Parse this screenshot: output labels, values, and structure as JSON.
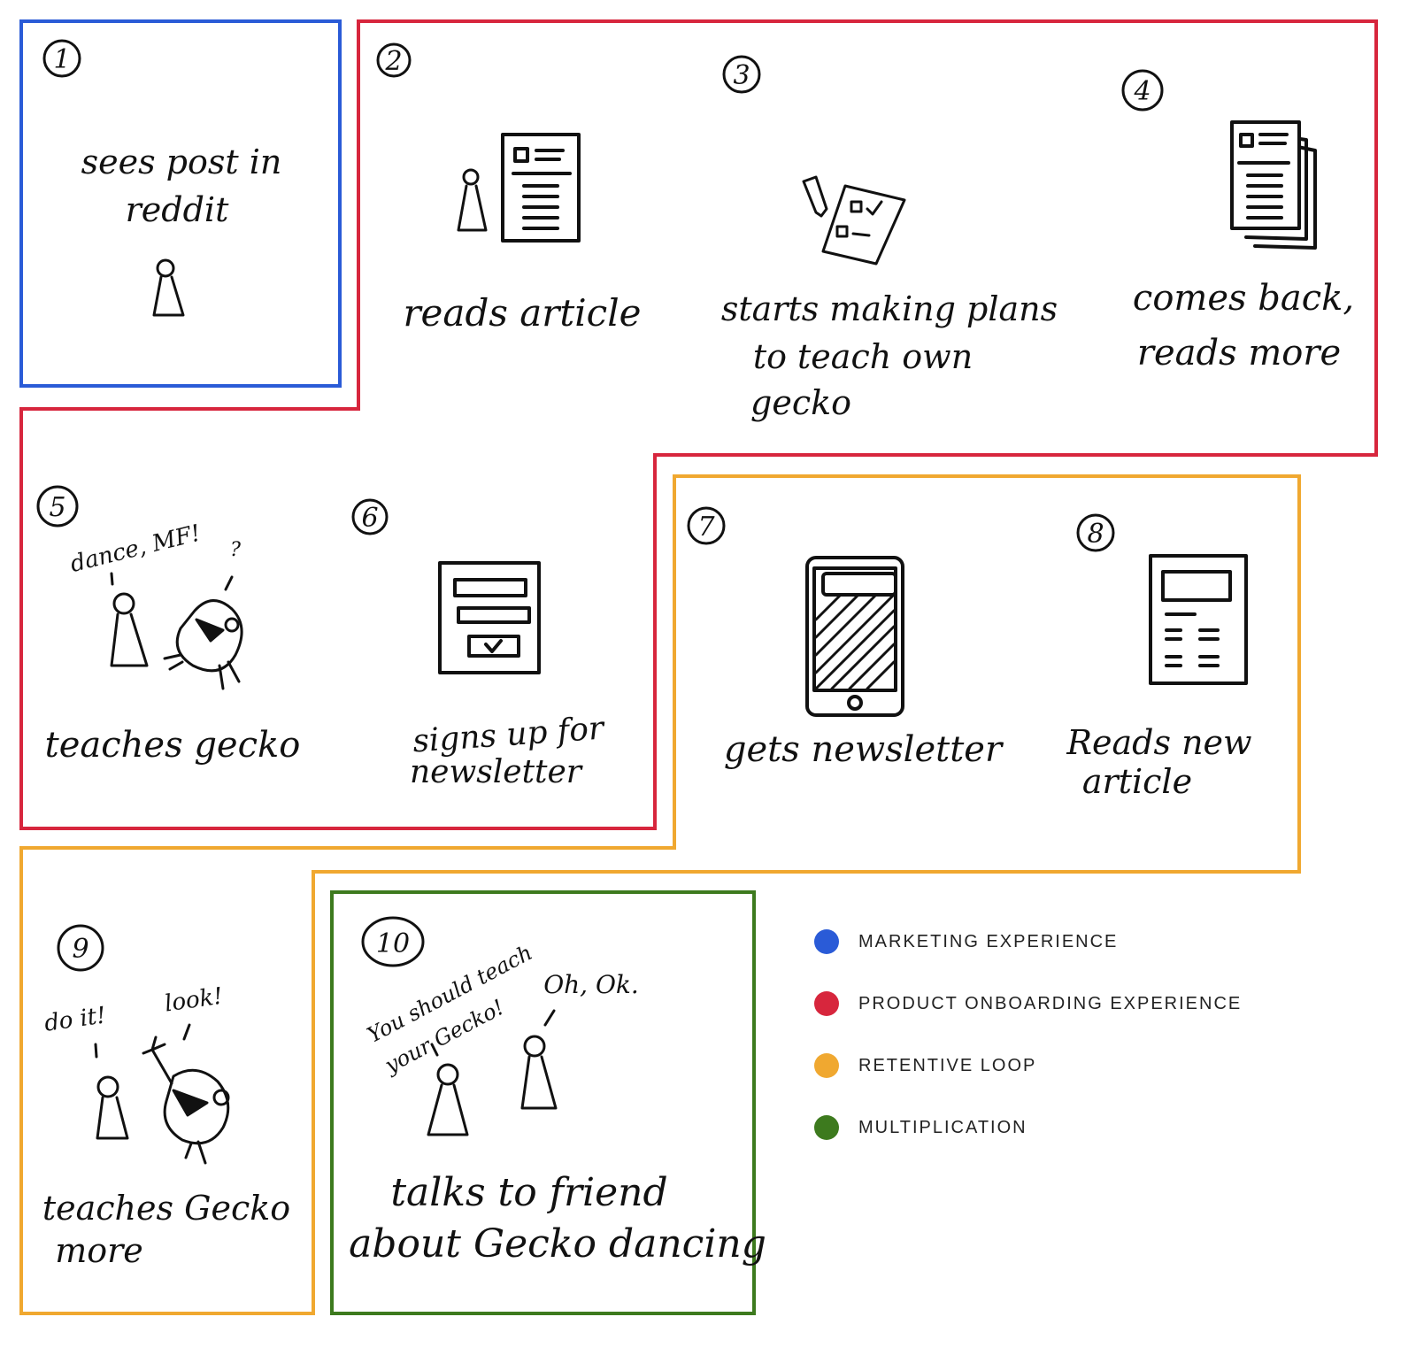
{
  "colors": {
    "marketing": "#2a5bd7",
    "onboarding": "#d7263d",
    "retentive": "#f0a830",
    "multiplication": "#3d7a1e",
    "ink": "#111111"
  },
  "steps": [
    {
      "num": "1",
      "lines": [
        "sees post in",
        "reddit"
      ]
    },
    {
      "num": "2",
      "lines": [
        "reads article"
      ]
    },
    {
      "num": "3",
      "lines": [
        "starts making plans",
        "to teach own",
        "gecko"
      ]
    },
    {
      "num": "4",
      "lines": [
        "comes back,",
        "reads more"
      ]
    },
    {
      "num": "5",
      "lines": [
        "teaches gecko"
      ],
      "speech": "dance, MF!",
      "reply": "?"
    },
    {
      "num": "6",
      "lines": [
        "signs up for",
        "newsletter"
      ]
    },
    {
      "num": "7",
      "lines": [
        "gets newsletter"
      ]
    },
    {
      "num": "8",
      "lines": [
        "Reads new",
        "article"
      ]
    },
    {
      "num": "9",
      "lines": [
        "teaches Gecko",
        "more"
      ],
      "speech": "do it!",
      "reply": "look!"
    },
    {
      "num": "10",
      "lines": [
        "talks to friend",
        "about Gecko dancing"
      ],
      "speech": [
        "You should teach",
        "your Gecko!"
      ],
      "reply": "Oh, Ok."
    }
  ],
  "legend": [
    {
      "label": "MARKETING EXPERIENCE",
      "color": "#2a5bd7",
      "icon": "blue-dot-icon"
    },
    {
      "label": "PRODUCT ONBOARDING EXPERIENCE",
      "color": "#d7263d",
      "icon": "red-dot-icon"
    },
    {
      "label": "RETENTIVE LOOP",
      "color": "#f0a830",
      "icon": "orange-dot-icon"
    },
    {
      "label": "MULTIPLICATION",
      "color": "#3d7a1e",
      "icon": "green-dot-icon"
    }
  ]
}
